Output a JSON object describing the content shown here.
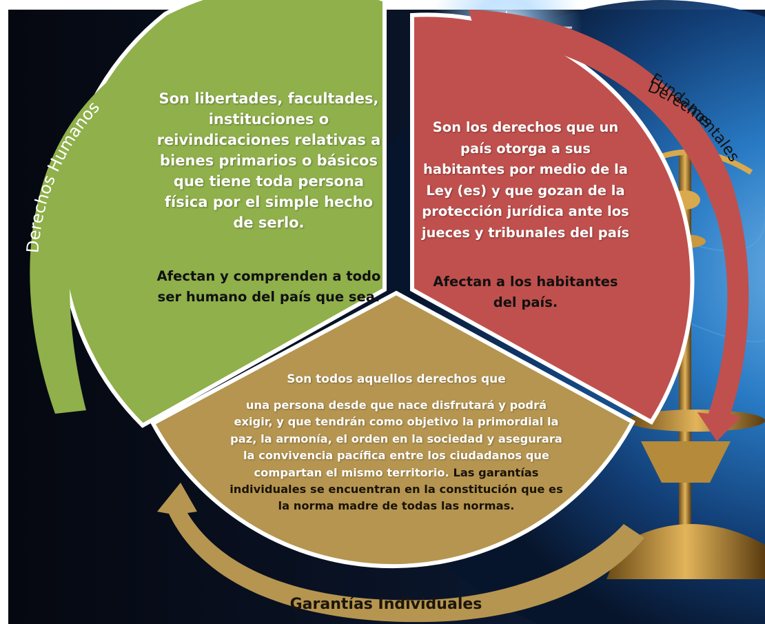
{
  "diagram": {
    "sections": {
      "human_rights": {
        "label": "Derechos Humanos",
        "description": "Son libertades, facultades, instituciones o reivindicaciones relativas a bienes primarios o básicos que tiene toda persona física por el simple hecho de serlo.",
        "note": "Afectan y comprenden a todo ser humano del país que sea.",
        "color": "#8fb04a"
      },
      "fundamental_rights": {
        "label_line1": "Derechos",
        "label_line2": "Fundamentales",
        "description": "Son los derechos que un país otorga a sus habitantes por medio de la Ley (es) y que gozan de la protección jurídica ante los jueces y tribunales del país",
        "note": "Afectan a los habitantes del país.",
        "color": "#c0504d"
      },
      "individual_guarantees": {
        "label": "Garantías Individuales",
        "intro": "Son todos aquellos  derechos que",
        "description": "una persona  desde que nace  disfrutará y podrá exigir, y que tendrán como objetivo la  primordial  la paz, la armonía, el orden en la sociedad y asegurara la convivencia pacífica entre los ciudadanos que compartan el mismo territorio.",
        "note": " Las garantías individuales se encuentran en la constitución que es la norma madre de todas las normas.",
        "color": "#b59550"
      }
    },
    "background_colors": {
      "dark": "#070b18",
      "globe_blue": "#1e6fb8",
      "glow": "#9fd2ff"
    }
  }
}
